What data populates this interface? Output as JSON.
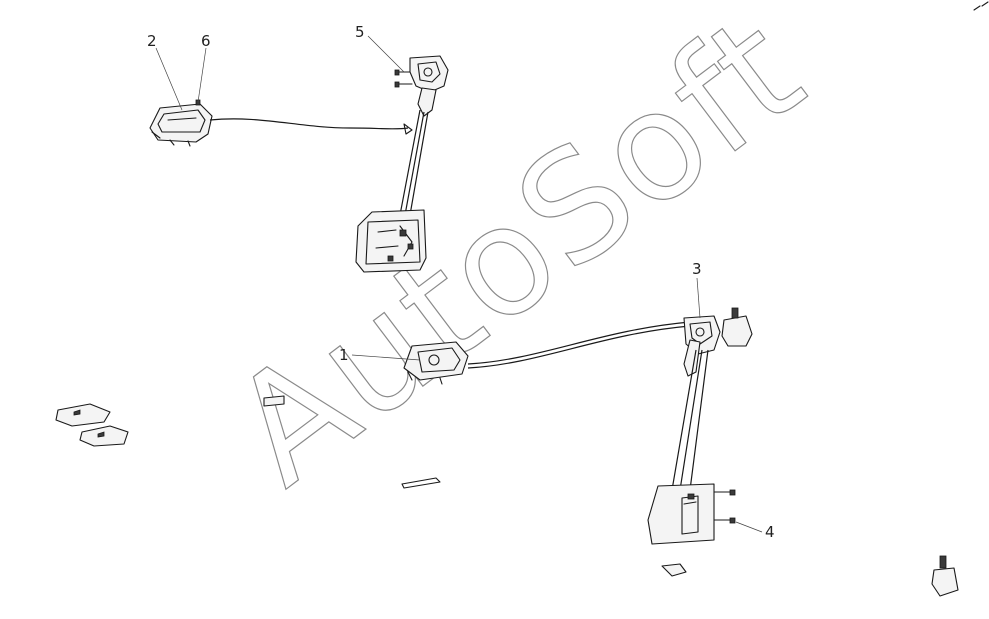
{
  "watermark": "AutoSoft",
  "callouts": [
    "1",
    "2",
    "3",
    "4",
    "5",
    "6"
  ],
  "icons": [
    "door-handle-assembly-icon",
    "door-latch-icon",
    "lock-actuator-icon",
    "door-trim-panel-icon",
    "clip-icon",
    "cable-icon"
  ]
}
